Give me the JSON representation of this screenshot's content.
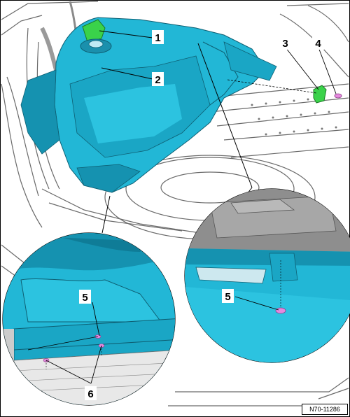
{
  "figure": {
    "reference_code": "N70-11286",
    "callouts": [
      {
        "id": "1",
        "label": "1",
        "part": "green-clip"
      },
      {
        "id": "2",
        "label": "2",
        "part": "trunk-side-trim"
      },
      {
        "id": "3",
        "label": "3",
        "part": "green-clip"
      },
      {
        "id": "4",
        "label": "4",
        "part": "fastener"
      },
      {
        "id": "5a",
        "label": "5",
        "part": "fastener"
      },
      {
        "id": "5b",
        "label": "5",
        "part": "fastener"
      },
      {
        "id": "6",
        "label": "6",
        "part": "fastener"
      }
    ],
    "colors": {
      "trim_cyan": "#22b7d6",
      "trim_cyan_dark": "#1592b0",
      "clip_green": "#3ad24a",
      "fastener_pink": "#e58adf",
      "body_line": "#555555"
    }
  }
}
